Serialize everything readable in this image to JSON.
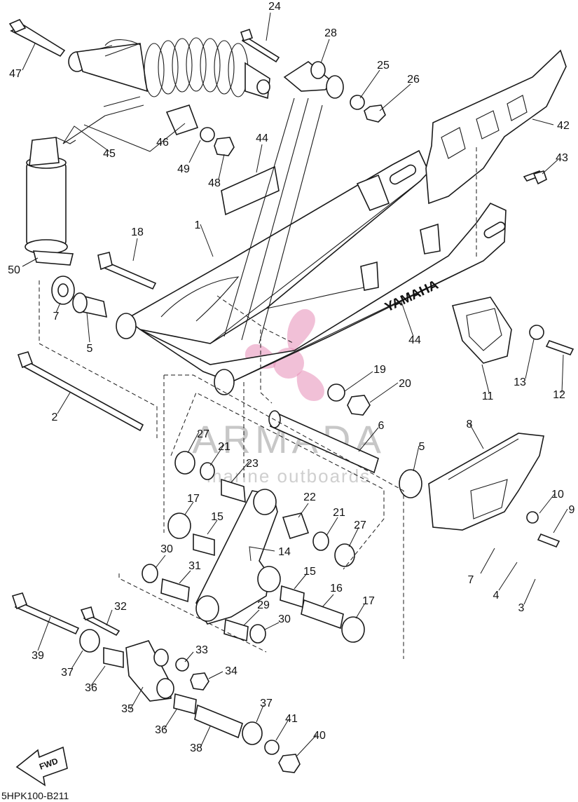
{
  "diagram": {
    "drawing_code": "5HPK100-B211",
    "brand_mark": "YAMAHA",
    "fwd_label": "FWD",
    "watermark": {
      "title": "ARMADA",
      "subtitle": "marine outboards",
      "accent_color": "#e58cb6"
    },
    "callouts": [
      "24",
      "28",
      "47",
      "25",
      "26",
      "42",
      "43",
      "46",
      "49",
      "48",
      "44",
      "45",
      "50",
      "18",
      "1",
      "7",
      "5",
      "44",
      "2",
      "19",
      "20",
      "6",
      "27",
      "21",
      "23",
      "8",
      "5",
      "10",
      "9",
      "22",
      "17",
      "15",
      "21",
      "27",
      "14",
      "7",
      "4",
      "3",
      "30",
      "31",
      "15",
      "16",
      "17",
      "32",
      "29",
      "30",
      "39",
      "37",
      "36",
      "33",
      "34",
      "35",
      "36",
      "37",
      "41",
      "40",
      "38",
      "13",
      "12",
      "11"
    ]
  }
}
